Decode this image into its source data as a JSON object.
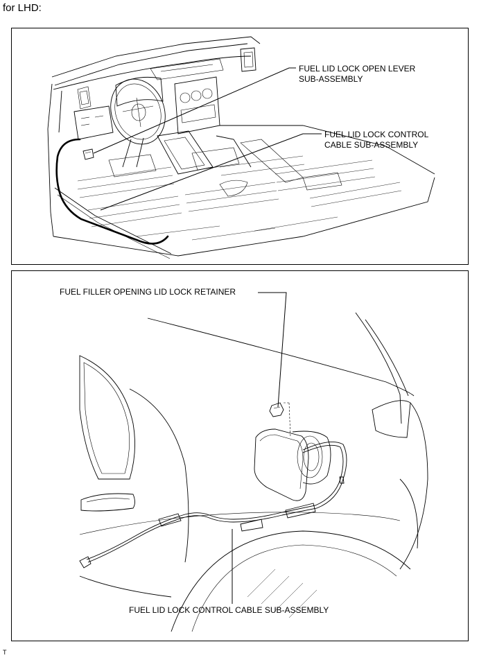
{
  "heading": "for LHD:",
  "top_panel": {
    "callouts": [
      {
        "id": "open-lever",
        "lines": [
          "FUEL LID LOCK OPEN LEVER",
          "SUB-ASSEMBLY"
        ]
      },
      {
        "id": "control-cable",
        "lines": [
          "FUEL LID LOCK CONTROL",
          "CABLE SUB-ASSEMBLY"
        ]
      }
    ]
  },
  "bottom_panel": {
    "callouts": [
      {
        "id": "lock-retainer",
        "lines": [
          "FUEL FILLER OPENING LID LOCK RETAINER"
        ]
      },
      {
        "id": "control-cable-rear",
        "lines": [
          "FUEL LID LOCK CONTROL CABLE SUB-ASSEMBLY"
        ]
      }
    ]
  },
  "footer_mark": "T"
}
